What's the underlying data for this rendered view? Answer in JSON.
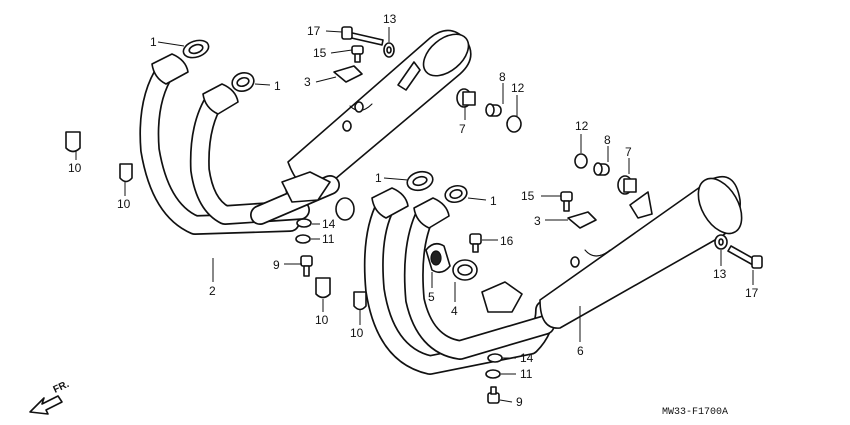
{
  "diagram": {
    "drawing_code": "MW33-F1700A",
    "direction_label": "FR.",
    "callouts": [
      {
        "id": "c1a",
        "text": "1"
      },
      {
        "id": "c1b",
        "text": "1"
      },
      {
        "id": "c1c",
        "text": "1"
      },
      {
        "id": "c1d",
        "text": "1"
      },
      {
        "id": "c2",
        "text": "2"
      },
      {
        "id": "c3a",
        "text": "3"
      },
      {
        "id": "c3b",
        "text": "3"
      },
      {
        "id": "c4",
        "text": "4"
      },
      {
        "id": "c5",
        "text": "5"
      },
      {
        "id": "c6",
        "text": "6"
      },
      {
        "id": "c7a",
        "text": "7"
      },
      {
        "id": "c7b",
        "text": "7"
      },
      {
        "id": "c8a",
        "text": "8"
      },
      {
        "id": "c8b",
        "text": "8"
      },
      {
        "id": "c9a",
        "text": "9"
      },
      {
        "id": "c9b",
        "text": "9"
      },
      {
        "id": "c10a",
        "text": "10"
      },
      {
        "id": "c10b",
        "text": "10"
      },
      {
        "id": "c10c",
        "text": "10"
      },
      {
        "id": "c10d",
        "text": "10"
      },
      {
        "id": "c11a",
        "text": "11"
      },
      {
        "id": "c11b",
        "text": "11"
      },
      {
        "id": "c12a",
        "text": "12"
      },
      {
        "id": "c12b",
        "text": "12"
      },
      {
        "id": "c13a",
        "text": "13"
      },
      {
        "id": "c13b",
        "text": "13"
      },
      {
        "id": "c14a",
        "text": "14"
      },
      {
        "id": "c14b",
        "text": "14"
      },
      {
        "id": "c15a",
        "text": "15"
      },
      {
        "id": "c15b",
        "text": "15"
      },
      {
        "id": "c16",
        "text": "16"
      },
      {
        "id": "c17a",
        "text": "17"
      },
      {
        "id": "c17b",
        "text": "17"
      }
    ]
  }
}
